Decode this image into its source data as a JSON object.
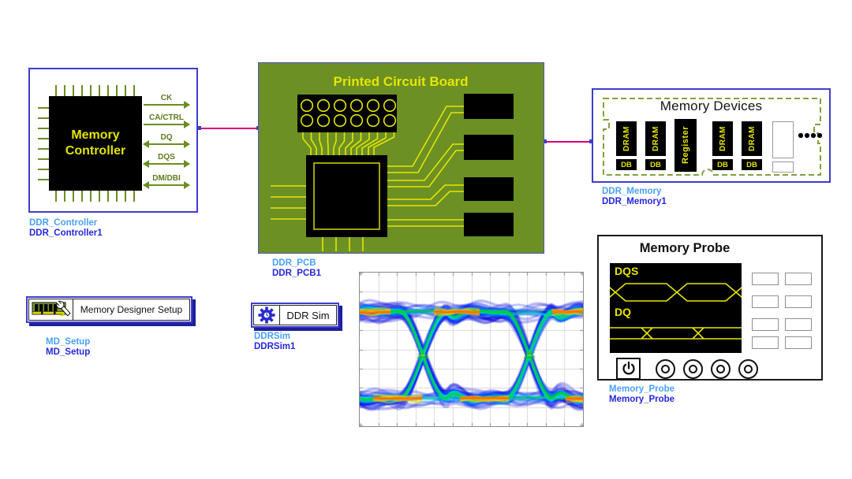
{
  "controller": {
    "chip_label_line1": "Memory",
    "chip_label_line2": "Controller",
    "signals": [
      {
        "label": "CK",
        "direction": "out"
      },
      {
        "label": "CA/CTRL",
        "direction": "out"
      },
      {
        "label": "DQ",
        "direction": "bidir"
      },
      {
        "label": "DQS",
        "direction": "bidir"
      },
      {
        "label": "DM/DBI",
        "direction": "bidir"
      }
    ],
    "type_label": "DDR_Controller",
    "instance_label": "DDR_Controller1"
  },
  "pcb": {
    "title": "Printed Circuit Board",
    "type_label": "DDR_PCB",
    "instance_label": "DDR_PCB1"
  },
  "memory_devices": {
    "title": "Memory Devices",
    "modules": [
      "DRAM",
      "DRAM",
      "Register",
      "DRAM",
      "DRAM"
    ],
    "db_label": "DB",
    "type_label": "DDR_Memory",
    "instance_label": "DDR_Memory1"
  },
  "md_setup": {
    "label": "Memory Designer Setup",
    "type_label": "MD_Setup",
    "instance_label": "MD_Setup"
  },
  "ddr_sim": {
    "label": "DDR Sim",
    "type_label": "DDRSim",
    "instance_label": "DDRSim1"
  },
  "probe": {
    "title": "Memory Probe",
    "dqs_label": "DQS",
    "dq_label": "DQ",
    "type_label": "Memory_Probe",
    "instance_label": "Memory_Probe"
  },
  "colors": {
    "pcb_green": "#6c9024",
    "trace_yellow": "#e6e600",
    "signal_olive": "#6b8e23",
    "wire_magenta": "#d8007a",
    "symbol_border_blue": "#3d3dcc",
    "type_label_blue": "#49a1f8",
    "instance_label_blue": "#2626e0",
    "button_shadow_navy": "#1e1e9e"
  }
}
